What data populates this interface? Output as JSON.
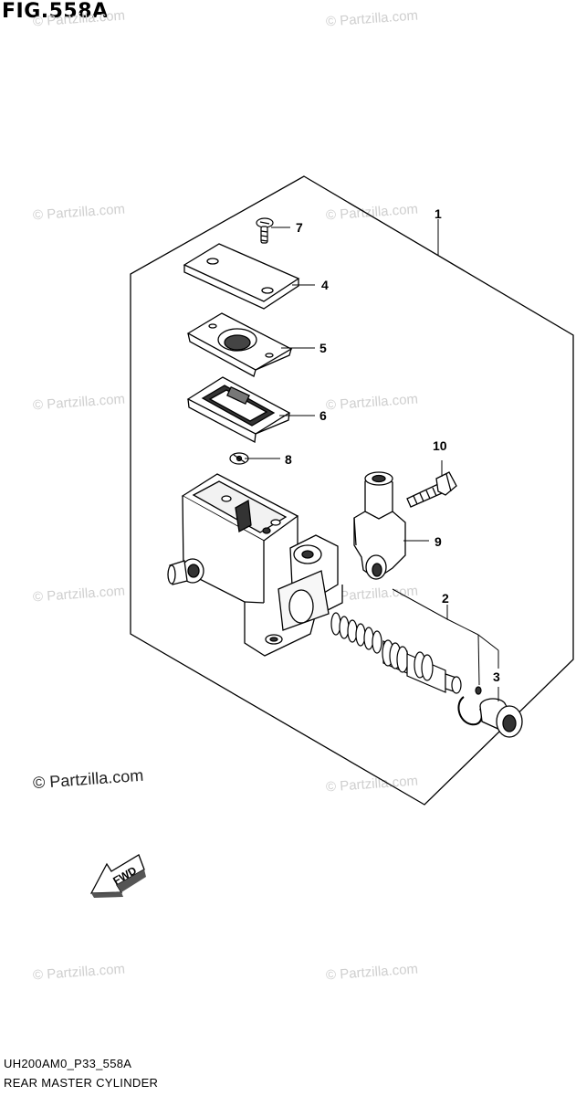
{
  "figure": {
    "title": "FIG.558A",
    "code": "UH200AM0_P33_558A",
    "name": "REAR MASTER CYLINDER"
  },
  "watermark": {
    "text": "© Partzilla.com"
  },
  "callouts": [
    "1",
    "2",
    "3",
    "4",
    "5",
    "6",
    "7",
    "8",
    "9",
    "10"
  ],
  "fwd": {
    "label": "FWD"
  },
  "icons": [
    "fwd-arrow-icon"
  ]
}
